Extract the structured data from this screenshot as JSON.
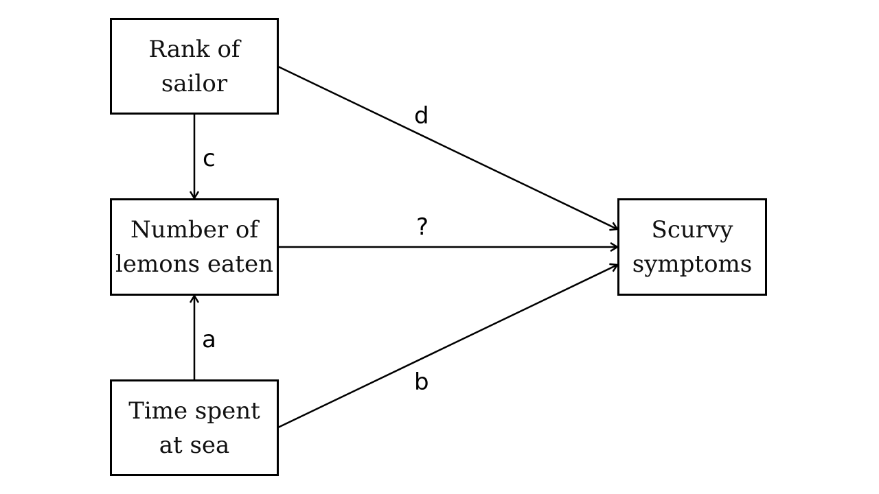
{
  "nodes": {
    "rank": {
      "line1": "Rank of",
      "line2": "sailor"
    },
    "lemons": {
      "line1": "Number of",
      "line2": "lemons eaten"
    },
    "time": {
      "line1": "Time spent",
      "line2": "at sea"
    },
    "scurvy": {
      "line1": "Scurvy",
      "line2": "symptoms"
    }
  },
  "edges": {
    "a": {
      "label": "a",
      "from": "Time spent at sea",
      "to": "Number of lemons eaten"
    },
    "b": {
      "label": "b",
      "from": "Time spent at sea",
      "to": "Scurvy symptoms"
    },
    "c": {
      "label": "c",
      "from": "Rank of sailor",
      "to": "Number of lemons eaten"
    },
    "d": {
      "label": "d",
      "from": "Rank of sailor",
      "to": "Scurvy symptoms"
    },
    "q": {
      "label": "?",
      "from": "Number of lemons eaten",
      "to": "Scurvy symptoms"
    }
  },
  "colors": {
    "stroke": "#000000",
    "background": "#ffffff"
  }
}
